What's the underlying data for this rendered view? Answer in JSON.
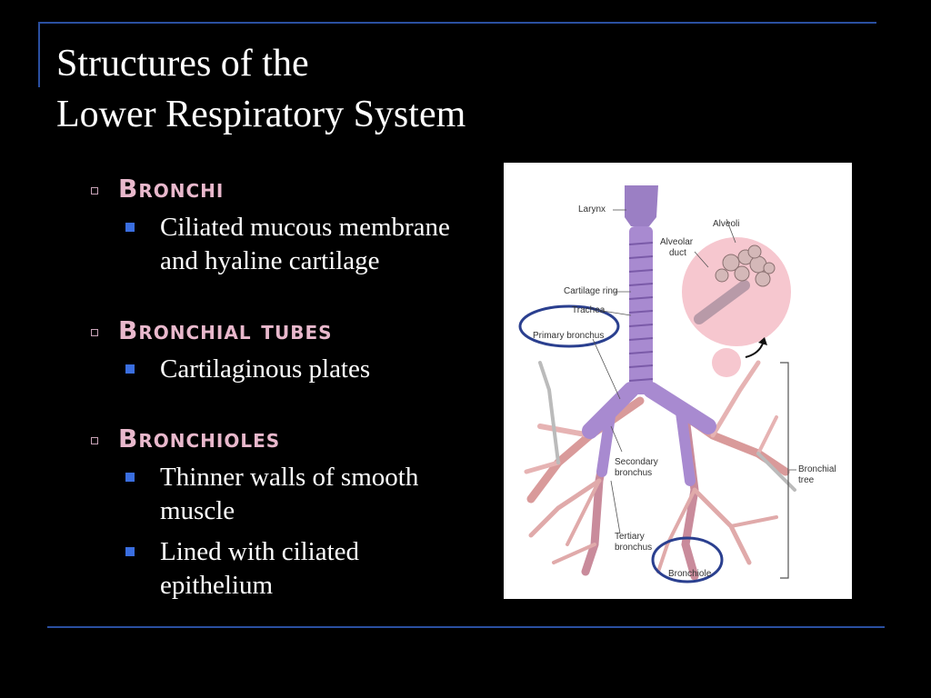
{
  "slide": {
    "title_line1": "Structures of the",
    "title_line2": "Lower Respiratory System"
  },
  "sections": [
    {
      "heading": "Bronchi",
      "items": [
        "Ciliated mucous membrane and hyaline cartilage"
      ]
    },
    {
      "heading": "Bronchial tubes",
      "items": [
        "Cartilaginous plates"
      ]
    },
    {
      "heading": "Bronchioles",
      "items": [
        "Thinner walls of smooth muscle",
        "Lined with ciliated epithelium"
      ]
    }
  ],
  "diagram": {
    "labels": {
      "larynx": "Larynx",
      "alveoli": "Alveoli",
      "alveolar_duct_1": "Alveolar",
      "alveolar_duct_2": "duct",
      "cartilage_ring": "Cartilage ring",
      "trachea": "Trachea",
      "primary_bronchus": "Primary bronchus",
      "secondary_bronchus_1": "Secondary",
      "secondary_bronchus_2": "bronchus",
      "bronchial_tree_1": "Bronchial",
      "bronchial_tree_2": "tree",
      "tertiary_bronchus_1": "Tertiary",
      "tertiary_bronchus_2": "bronchus",
      "bronchiole": "Bronchiole"
    }
  },
  "colors": {
    "background": "#000000",
    "accent_rule": "#2a4fa0",
    "heading": "#e8b8cc",
    "bullet": "#3a6ee0",
    "trachea": "#9b7fc4",
    "circle_highlight": "#2a3f8f"
  }
}
